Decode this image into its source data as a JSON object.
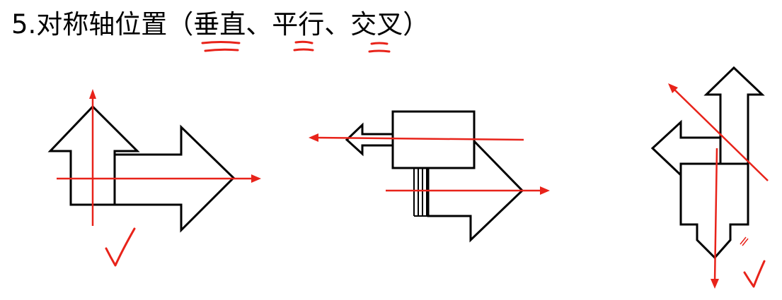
{
  "title": "5.对称轴位置（垂直、平行、交叉）",
  "figures": [
    {
      "id": "perpendicular",
      "mark": "check"
    },
    {
      "id": "parallel",
      "mark": ""
    },
    {
      "id": "intersecting",
      "mark": "check"
    }
  ],
  "colors": {
    "outline": "#000000",
    "annotation": "#e8231a",
    "background": "#ffffff"
  }
}
